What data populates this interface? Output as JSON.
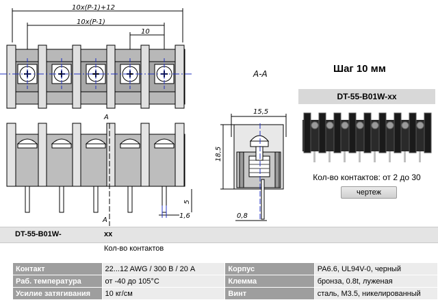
{
  "drawing": {
    "dim_total": "10x(P-1)+12",
    "dim_inner": "10x(P-1)",
    "dim_pitch": "10",
    "section_label": "A-A",
    "label_a_top": "A",
    "label_a_bottom": "A",
    "dim_width": "15,5",
    "dim_height": "18,5",
    "dim_pin": "5",
    "dim_pin_width": "1,6",
    "dim_thickness": "0,8"
  },
  "header": {
    "title": "Шаг 10 мм",
    "model": "DT-55-B01W-xx",
    "contacts_range": "Кол-во контактов:  от 2 до 30",
    "drawing_button": "чертеж"
  },
  "order": {
    "code": "DT-55-B01W-",
    "suffix": "xx",
    "note": "Кол-во контактов"
  },
  "specs": [
    {
      "k1": "Контакт",
      "v1": "22...12 AWG / 300 В / 20 А",
      "k2": "Корпус",
      "v2": "PA6.6, UL94V-0, черный"
    },
    {
      "k1": "Раб. температура",
      "v1": "от -40 до 105°С",
      "k2": "Клемма",
      "v2": "бронза, 0.8t, луженая"
    },
    {
      "k1": "Усилие затягивания",
      "v1": "10 кг/см",
      "k2": "Винт",
      "v2": "сталь, М3.5, никелированный"
    }
  ]
}
